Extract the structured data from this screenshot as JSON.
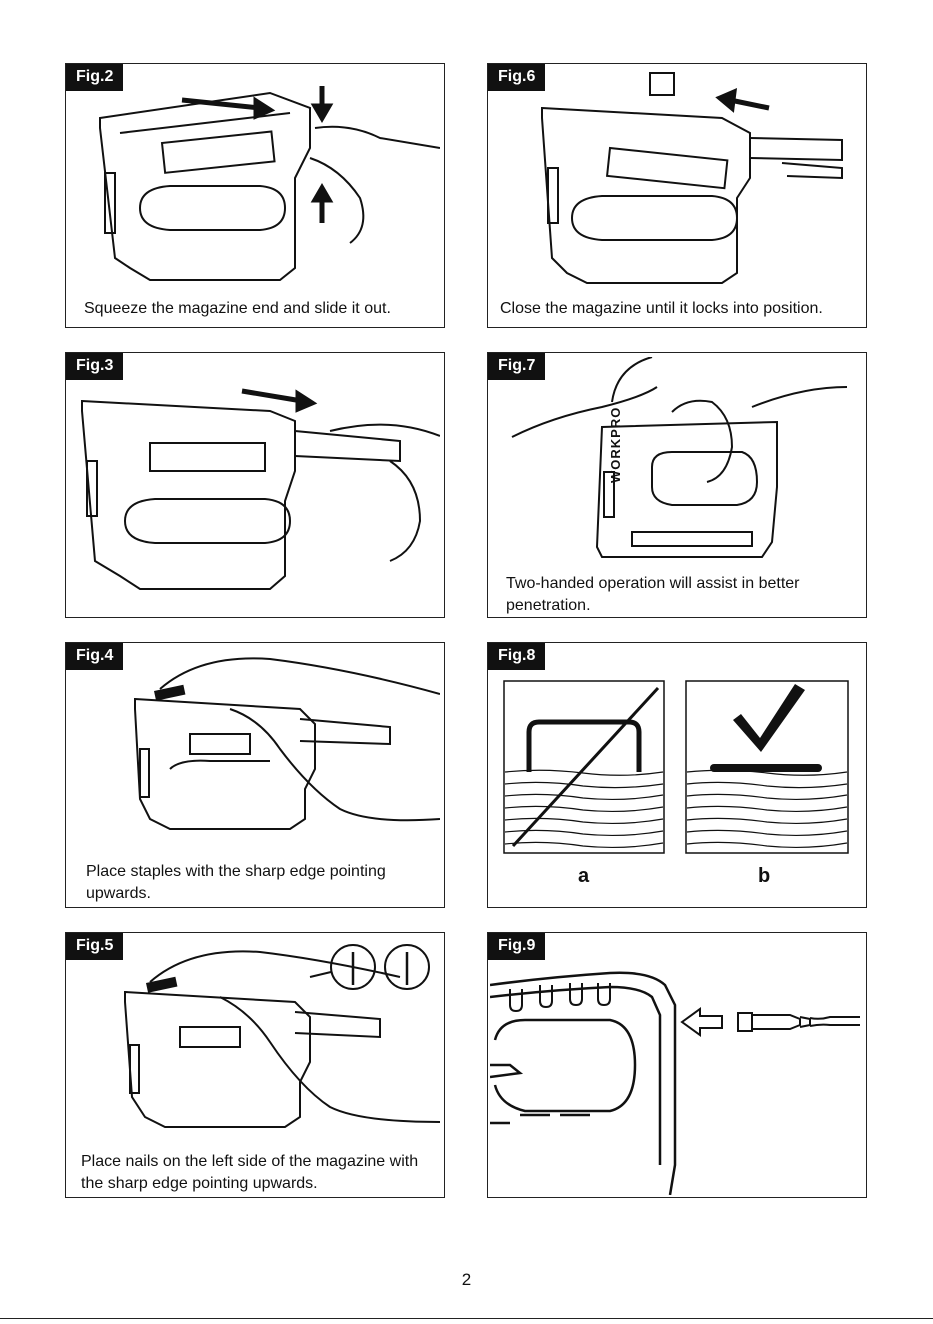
{
  "figures": {
    "fig2": {
      "label": "Fig.2",
      "caption": "Squeeze the magazine end and slide it out."
    },
    "fig3": {
      "label": "Fig.3",
      "caption": ""
    },
    "fig4": {
      "label": "Fig.4",
      "caption": "Place staples with the sharp edge pointing upwards."
    },
    "fig5": {
      "label": "Fig.5",
      "caption": "Place nails on the left side of the magazine with the sharp edge pointing upwards."
    },
    "fig6": {
      "label": "Fig.6",
      "caption": "Close the magazine until it locks into position."
    },
    "fig7": {
      "label": "Fig.7",
      "caption": "Two-handed operation will assist in better penetration.",
      "brand": "WORKPRO"
    },
    "fig8": {
      "label": "Fig.8",
      "caption": "",
      "option_a": "a",
      "option_b": "b"
    },
    "fig9": {
      "label": "Fig.9",
      "caption": ""
    }
  },
  "page_number": "2"
}
